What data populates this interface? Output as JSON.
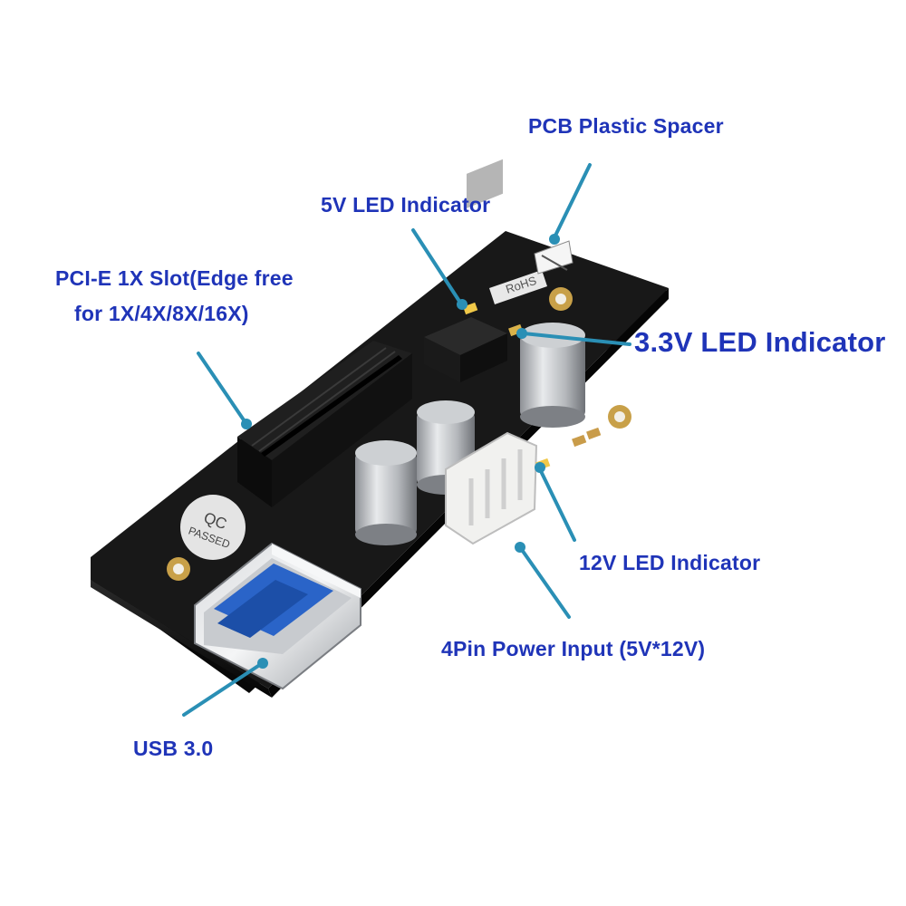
{
  "labels": {
    "pcb_spacer": "PCB Plastic Spacer",
    "led_5v": "5V LED Indicator",
    "pcie_slot_line1": "PCI-E 1X  Slot(Edge free",
    "pcie_slot_line2": "for 1X/4X/8X/16X)",
    "led_33v": "3.3V LED Indicator",
    "led_12v": "12V LED Indicator",
    "power_input": "4Pin Power Input (5V*12V)",
    "usb": "USB 3.0"
  },
  "board_markings": {
    "qc_line1": "QC",
    "qc_line2": "PASSED",
    "rohs": "RoHS"
  },
  "colors": {
    "label_text": "#1f34b8",
    "callout_line": "#2a8fb5",
    "pcb": "#151515",
    "usb_blue": "#2a64c8"
  }
}
